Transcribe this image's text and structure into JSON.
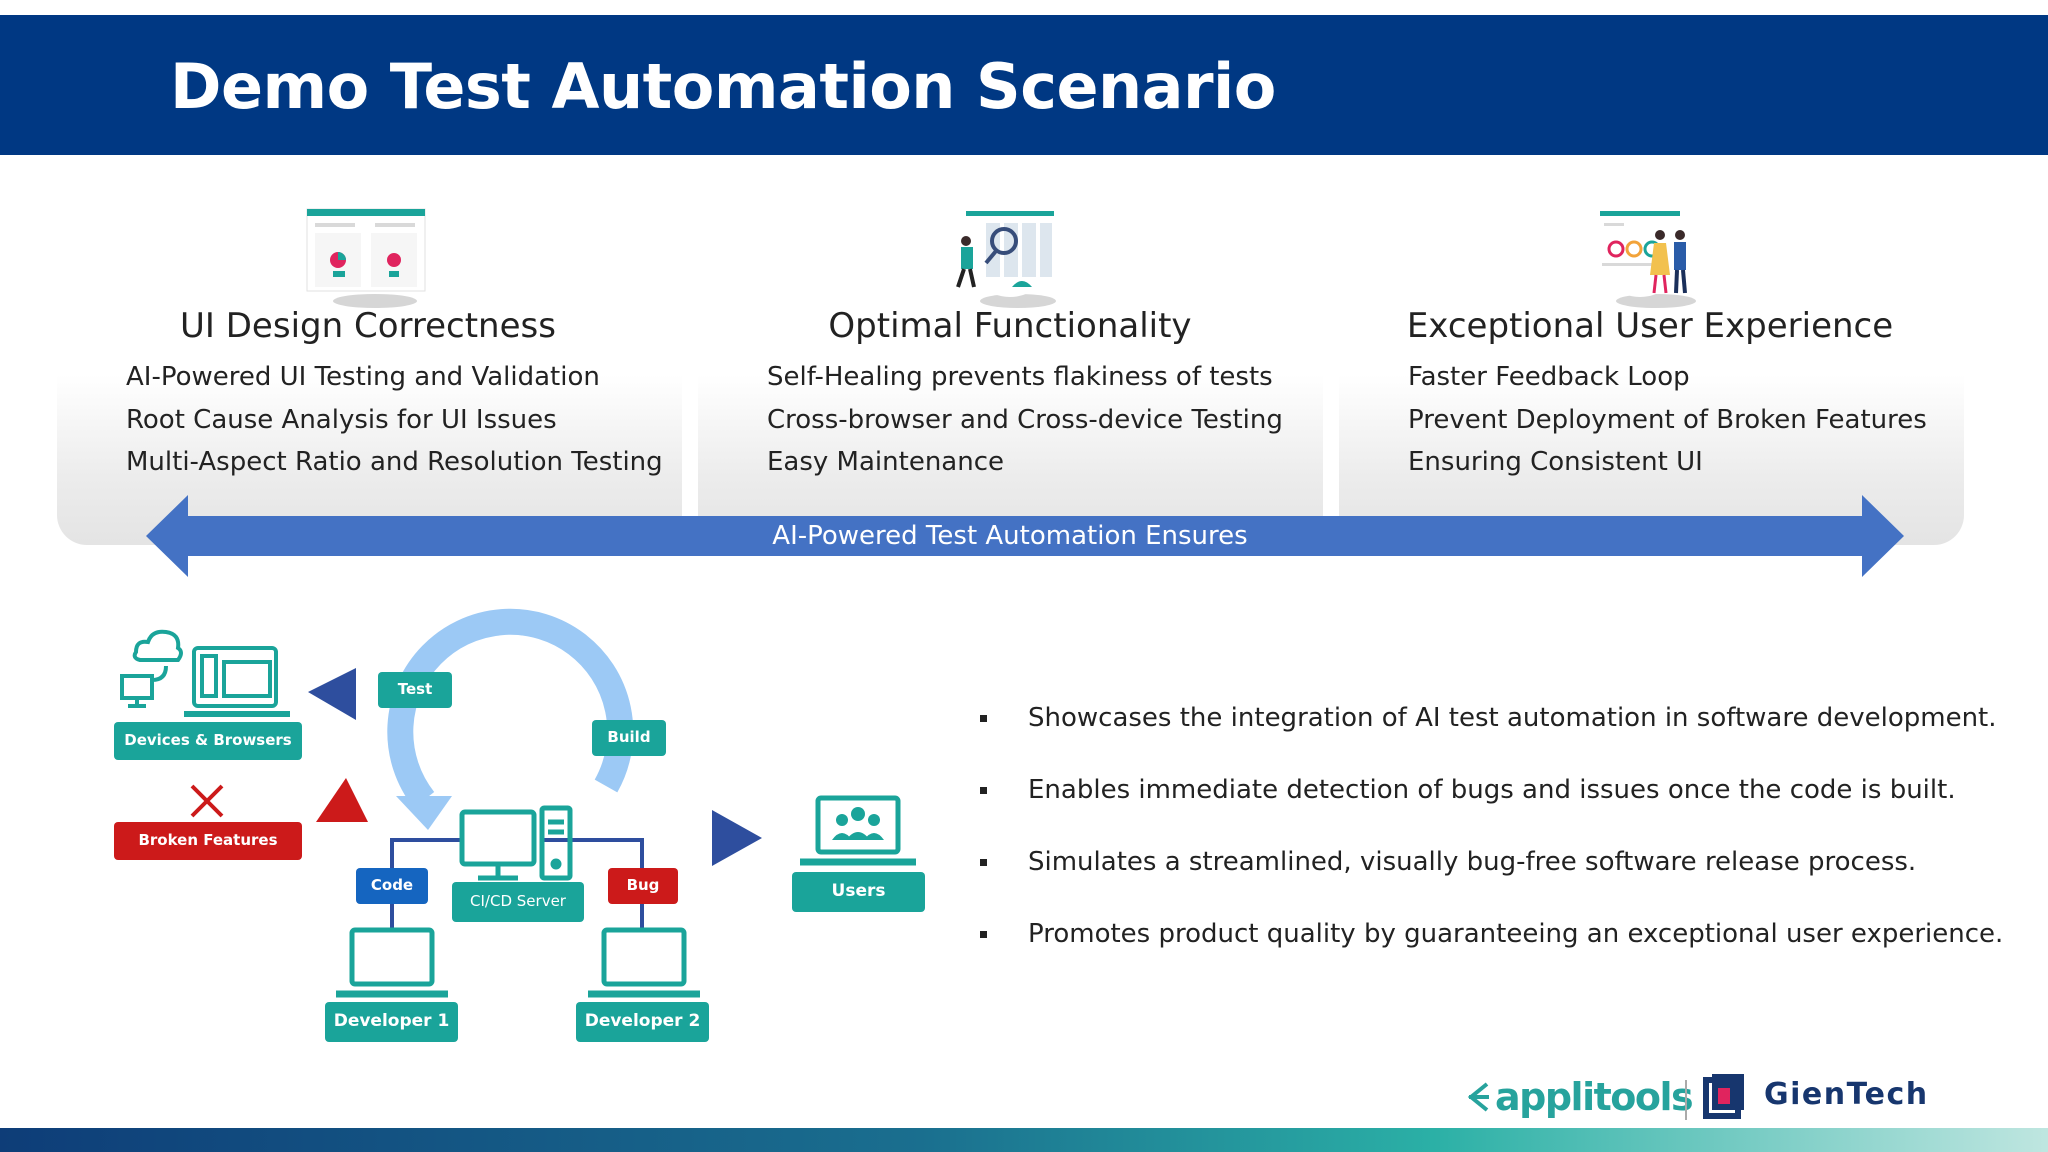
{
  "header": {
    "title": "Demo Test Automation Scenario"
  },
  "pillars": [
    {
      "title": "UI Design Correctness",
      "icon": "ui-dashboard-icon",
      "items": [
        "AI-Powered UI Testing and Validation",
        "Root Cause Analysis for UI Issues",
        "Multi-Aspect Ratio and Resolution Testing"
      ]
    },
    {
      "title": "Optimal Functionality",
      "icon": "inspection-icon",
      "items": [
        "Self-Healing prevents flakiness of tests",
        "Cross-browser and Cross-device Testing",
        "Easy Maintenance"
      ]
    },
    {
      "title": "Exceptional User Experience",
      "icon": "users-review-icon",
      "items": [
        "Faster Feedback Loop",
        "Prevent Deployment of Broken Features",
        "Ensuring Consistent UI"
      ]
    }
  ],
  "ensures_label": "AI-Powered Test Automation Ensures",
  "diagram": {
    "devices_browsers": "Devices & Browsers",
    "broken_features": "Broken Features",
    "test": "Test",
    "build": "Build",
    "code": "Code",
    "ci_cd_server": "CI/CD Server",
    "bug": "Bug",
    "developer_1": "Developer 1",
    "developer_2": "Developer 2",
    "users": "Users"
  },
  "bullets": [
    "Showcases the integration of AI test automation in software development.",
    "Enables immediate detection of bugs and issues once the code is built.",
    "Simulates a streamlined, visually bug-free software release process.",
    "Promotes product quality by guaranteeing an exceptional user experience."
  ],
  "logos": {
    "applitools": "applitools",
    "gientech": "GienTech"
  },
  "colors": {
    "header": "#003883",
    "teal": "#1aa49a",
    "red": "#cc1a1a",
    "code_blue": "#1565c0",
    "arrow_blue": "#4472c4",
    "triangle_navy": "#2e4e9e"
  }
}
